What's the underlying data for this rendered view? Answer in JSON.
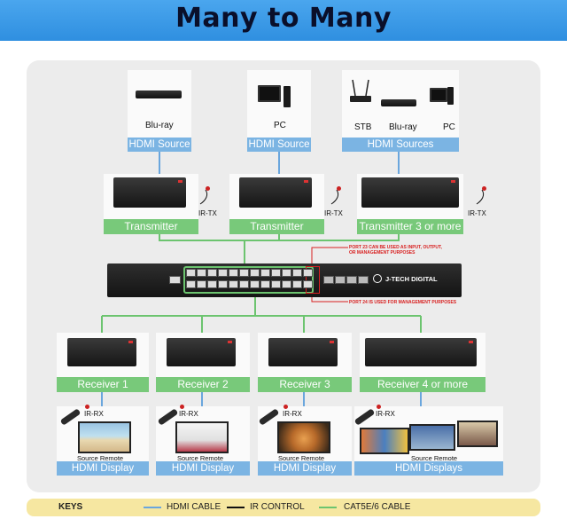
{
  "header": {
    "title": "Many to Many"
  },
  "sources": [
    {
      "device_label": "Blu-ray",
      "section_label": "HDMI Source"
    },
    {
      "device_label": "PC",
      "section_label": "HDMI Source"
    },
    {
      "device_labels": [
        "STB",
        "Blu-ray",
        "PC"
      ],
      "section_label": "HDMI Sources"
    }
  ],
  "transmitters": [
    {
      "label": "Transmitter",
      "ir_label": "IR-TX"
    },
    {
      "label": "Transmitter",
      "ir_label": "IR-TX"
    },
    {
      "label": "Transmitter 3 or more",
      "ir_label": "IR-TX"
    }
  ],
  "switch": {
    "brand": "J-TECH DIGITAL",
    "note_port23": "PORT 23 CAN BE USED AS INPUT, OUTPUT, OR MANAGEMENT PURPOSES",
    "note_port24": "PORT 24 IS USED FOR MANAGEMENT PURPOSES"
  },
  "receivers": [
    {
      "label": "Receiver 1",
      "ir_label": "IR-RX",
      "remote_label": "Source Remote",
      "display_label": "HDMI Display"
    },
    {
      "label": "Receiver 2",
      "ir_label": "IR-RX",
      "remote_label": "Source Remote",
      "display_label": "HDMI Display"
    },
    {
      "label": "Receiver 3",
      "ir_label": "IR-RX",
      "remote_label": "Source Remote",
      "display_label": "HDMI Display"
    },
    {
      "label": "Receiver 4 or more",
      "ir_label": "IR-RX",
      "remote_label": "Source Remote",
      "display_label": "HDMI Displays"
    }
  ],
  "keys": {
    "title": "KEYS",
    "hdmi": "HDMI CABLE",
    "ir": "IR CONTROL",
    "cat": "CAT5E/6 CABLE"
  },
  "colors": {
    "hdmi_line": "#6aa6dd",
    "ir_line": "#111111",
    "cat_line": "#6cc46f",
    "header_bg": "#3a9be8",
    "keys_bg": "#f6e7a1"
  }
}
